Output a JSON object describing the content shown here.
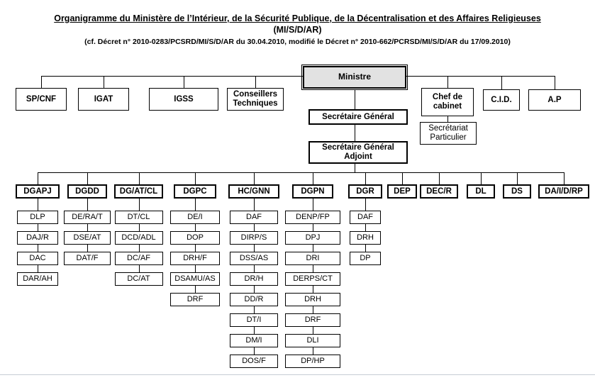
{
  "header": {
    "title_line1": "Organigramme du Ministère de l’Intérieur, de la Sécurité Publique, de la Décentralisation et des Affaires Religieuses",
    "title_line2": "(MI/S/D/AR)",
    "subtitle": "(cf. Décret n° 2010-0283/PCSRD/MI/S/D/AR  du 30.04.2010, modifié le Décret n° 2010-662/PCRSD/MI/S/D/AR du 17/09.2010)"
  },
  "colors": {
    "minister_fill": "#e2e2e2",
    "line": "#000000",
    "background": "#ffffff"
  },
  "top": {
    "minister": "Ministre",
    "secretaire_general": "Secrétaire Général",
    "secretaire_general_adjoint": "Secrétaire Général\nAdjoint",
    "sga_line1": "Secrétaire Général",
    "sga_line2": "Adjoint",
    "staff_left": [
      {
        "label": "SP/CNF"
      },
      {
        "label": "IGAT"
      },
      {
        "label": "IGSS"
      },
      {
        "label_line1": "Conseillers",
        "label_line2": "Techniques"
      }
    ],
    "staff_right": [
      {
        "label_line1": "Chef de",
        "label_line2": "cabinet"
      },
      {
        "label": "C.I.D."
      },
      {
        "label": "A.P"
      }
    ],
    "secretariat_particulier_line1": "Secrétariat",
    "secretariat_particulier_line2": "Particulier"
  },
  "directorates": [
    {
      "label": "DGAPJ",
      "children": [
        "DLP",
        "DAJ/R",
        "DAC",
        "DAR/AH"
      ]
    },
    {
      "label": "DGDD",
      "children": [
        "DE/RA/T",
        "DSE/AT",
        "DAT/F"
      ]
    },
    {
      "label": "DG/AT/CL",
      "children": [
        "DT/CL",
        "DCD/ADL",
        "DC/AF",
        "DC/AT"
      ]
    },
    {
      "label": "DGPC",
      "children": [
        "DE/I",
        "DOP",
        "DRH/F",
        "DSAMU/AS",
        "DRF"
      ]
    },
    {
      "label": "HC/GNN",
      "children": [
        "DAF",
        "DIRP/S",
        "DSS/AS",
        "DR/H",
        "DD/R",
        "DT/I",
        "DM/I",
        "DOS/F"
      ]
    },
    {
      "label": "DGPN",
      "children": [
        "DENP/FP",
        "DPJ",
        "DRI",
        "DERPS/CT",
        "DRH",
        "DRF",
        "DLI",
        "DP/HP"
      ]
    },
    {
      "label": "DGR",
      "children": [
        "DAF",
        "DRH",
        "DP"
      ]
    },
    {
      "label": "DEP",
      "children": []
    },
    {
      "label": "DEC/R",
      "children": []
    },
    {
      "label": "DL",
      "children": []
    },
    {
      "label": "DS",
      "children": []
    },
    {
      "label": "DA/I/D/RP",
      "children": []
    }
  ]
}
